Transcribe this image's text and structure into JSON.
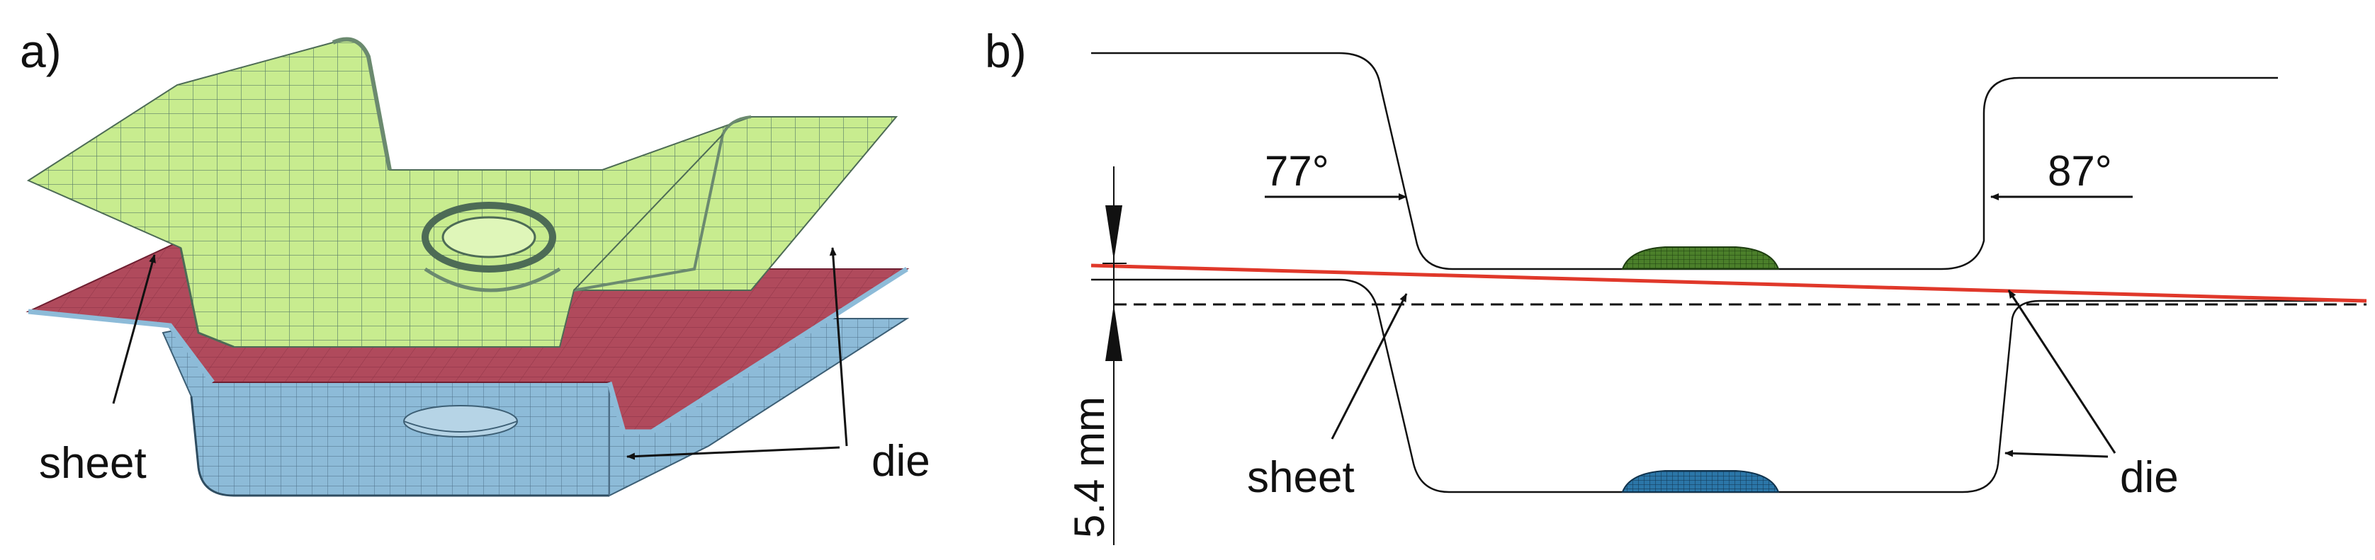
{
  "panel_a": {
    "label": "a)",
    "sheet_label": "sheet",
    "die_label": "die"
  },
  "panel_b": {
    "label": "b)",
    "angle_left": "77°",
    "angle_right": "87°",
    "gap_label": "5.4 mm",
    "sheet_label": "sheet",
    "die_label": "die"
  },
  "colors": {
    "sheet_green": "#c8ec8f",
    "die_red": "#b04a5c",
    "die_blue": "#8dbbd8",
    "mesh_line": "#4d6b56",
    "section_red": "#e0382a",
    "line": "#111111"
  }
}
